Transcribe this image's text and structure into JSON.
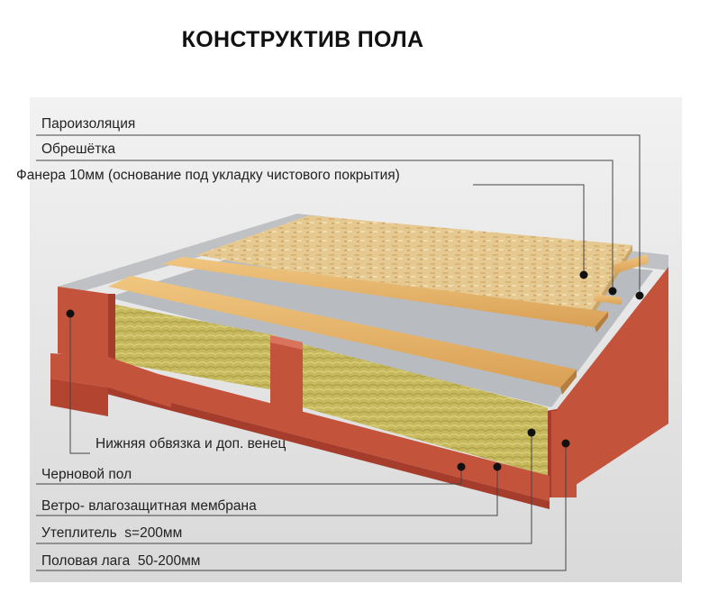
{
  "title": "КОНСТРУКТИВ ПОЛА",
  "labels": {
    "vapor_barrier": "Пароизоляция",
    "battens": "Обрешётка",
    "plywood": "Фанера 10мм",
    "plywood_note": "(основание под укладку чистового покрытия)",
    "bottom_frame": "Нижняя обвязка и доп. венец",
    "subfloor": "Черновой пол",
    "membrane": "Ветро- влагозащитная мембрана",
    "insulation": "Утеплитель",
    "insulation_value": "s=200мм",
    "joist": "Половая лага",
    "joist_value": "50-200мм"
  },
  "colors": {
    "background": "#e4e4e4",
    "timber": "#c8503a",
    "timber_dark": "#a63c2b",
    "osb": "#e8c98a",
    "batten": "#e7b56a",
    "insulation": "#c9b95a",
    "membrane": "#b9bcc0",
    "leader": "#444444"
  }
}
